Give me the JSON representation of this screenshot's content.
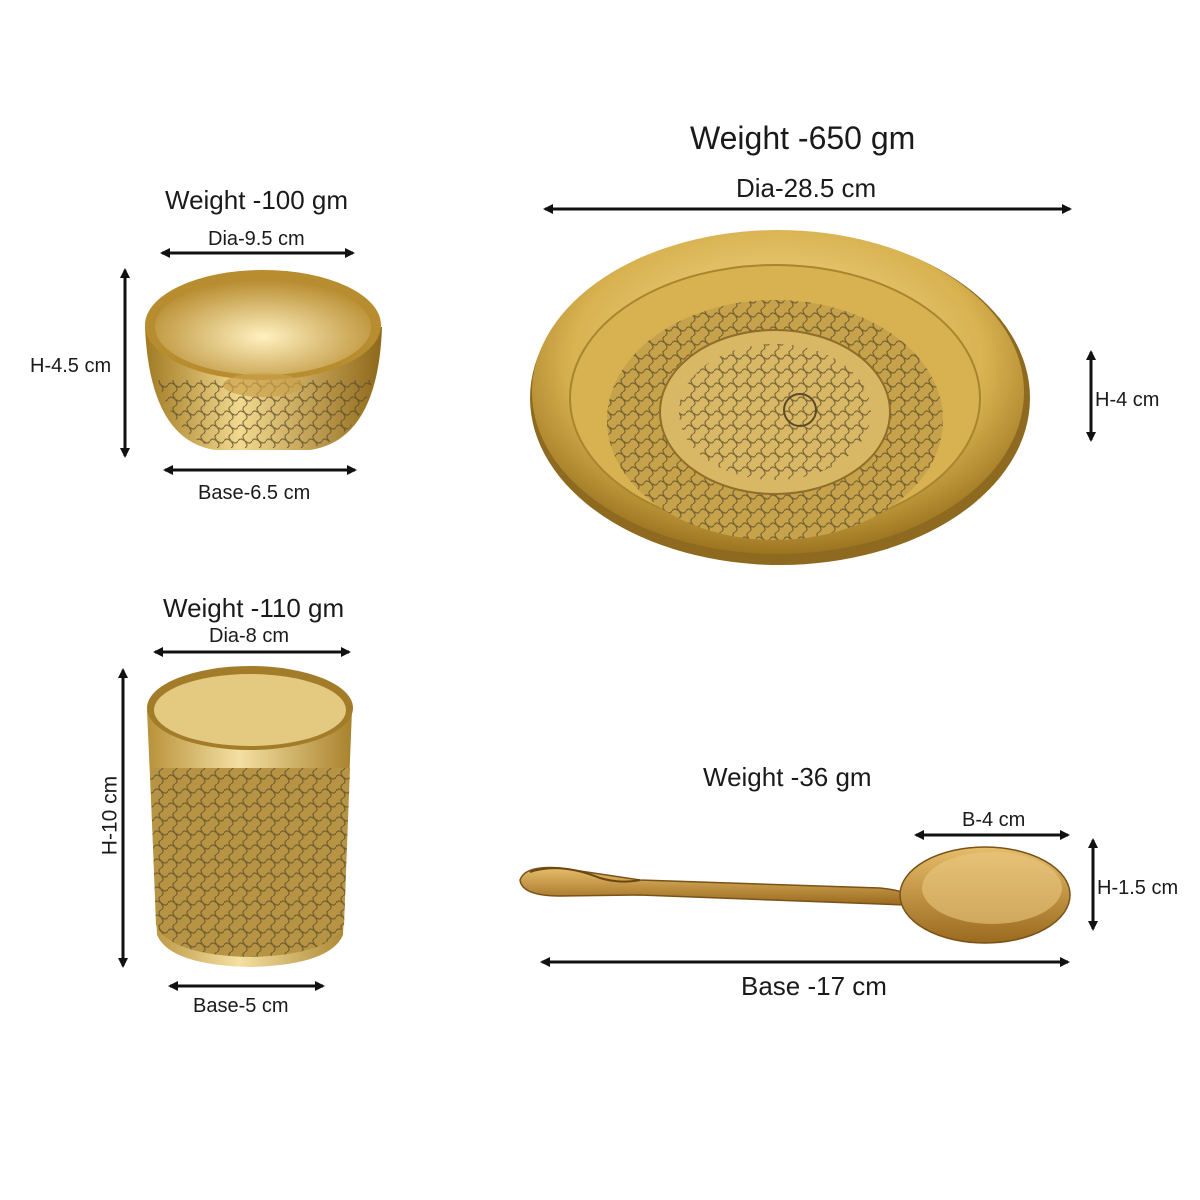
{
  "colors": {
    "brass_light": "#f3d98a",
    "brass_mid": "#d3a93f",
    "brass_dark": "#8a6415",
    "engraving": "#5a4a2a",
    "arrow": "#111111"
  },
  "plate": {
    "weight": "Weight -650 gm",
    "dia": "Dia-28.5 cm",
    "height": "H-4 cm"
  },
  "bowl": {
    "weight": "Weight -100 gm",
    "dia": "Dia-9.5 cm",
    "height": "H-4.5 cm",
    "base": "Base-6.5 cm"
  },
  "glass": {
    "weight": "Weight -110 gm",
    "dia": "Dia-8 cm",
    "height": "H-10 cm",
    "base": "Base-5 cm"
  },
  "spoon": {
    "weight": "Weight -36 gm",
    "breadth": "B-4 cm",
    "height": "H-1.5 cm",
    "base": "Base -17 cm"
  }
}
